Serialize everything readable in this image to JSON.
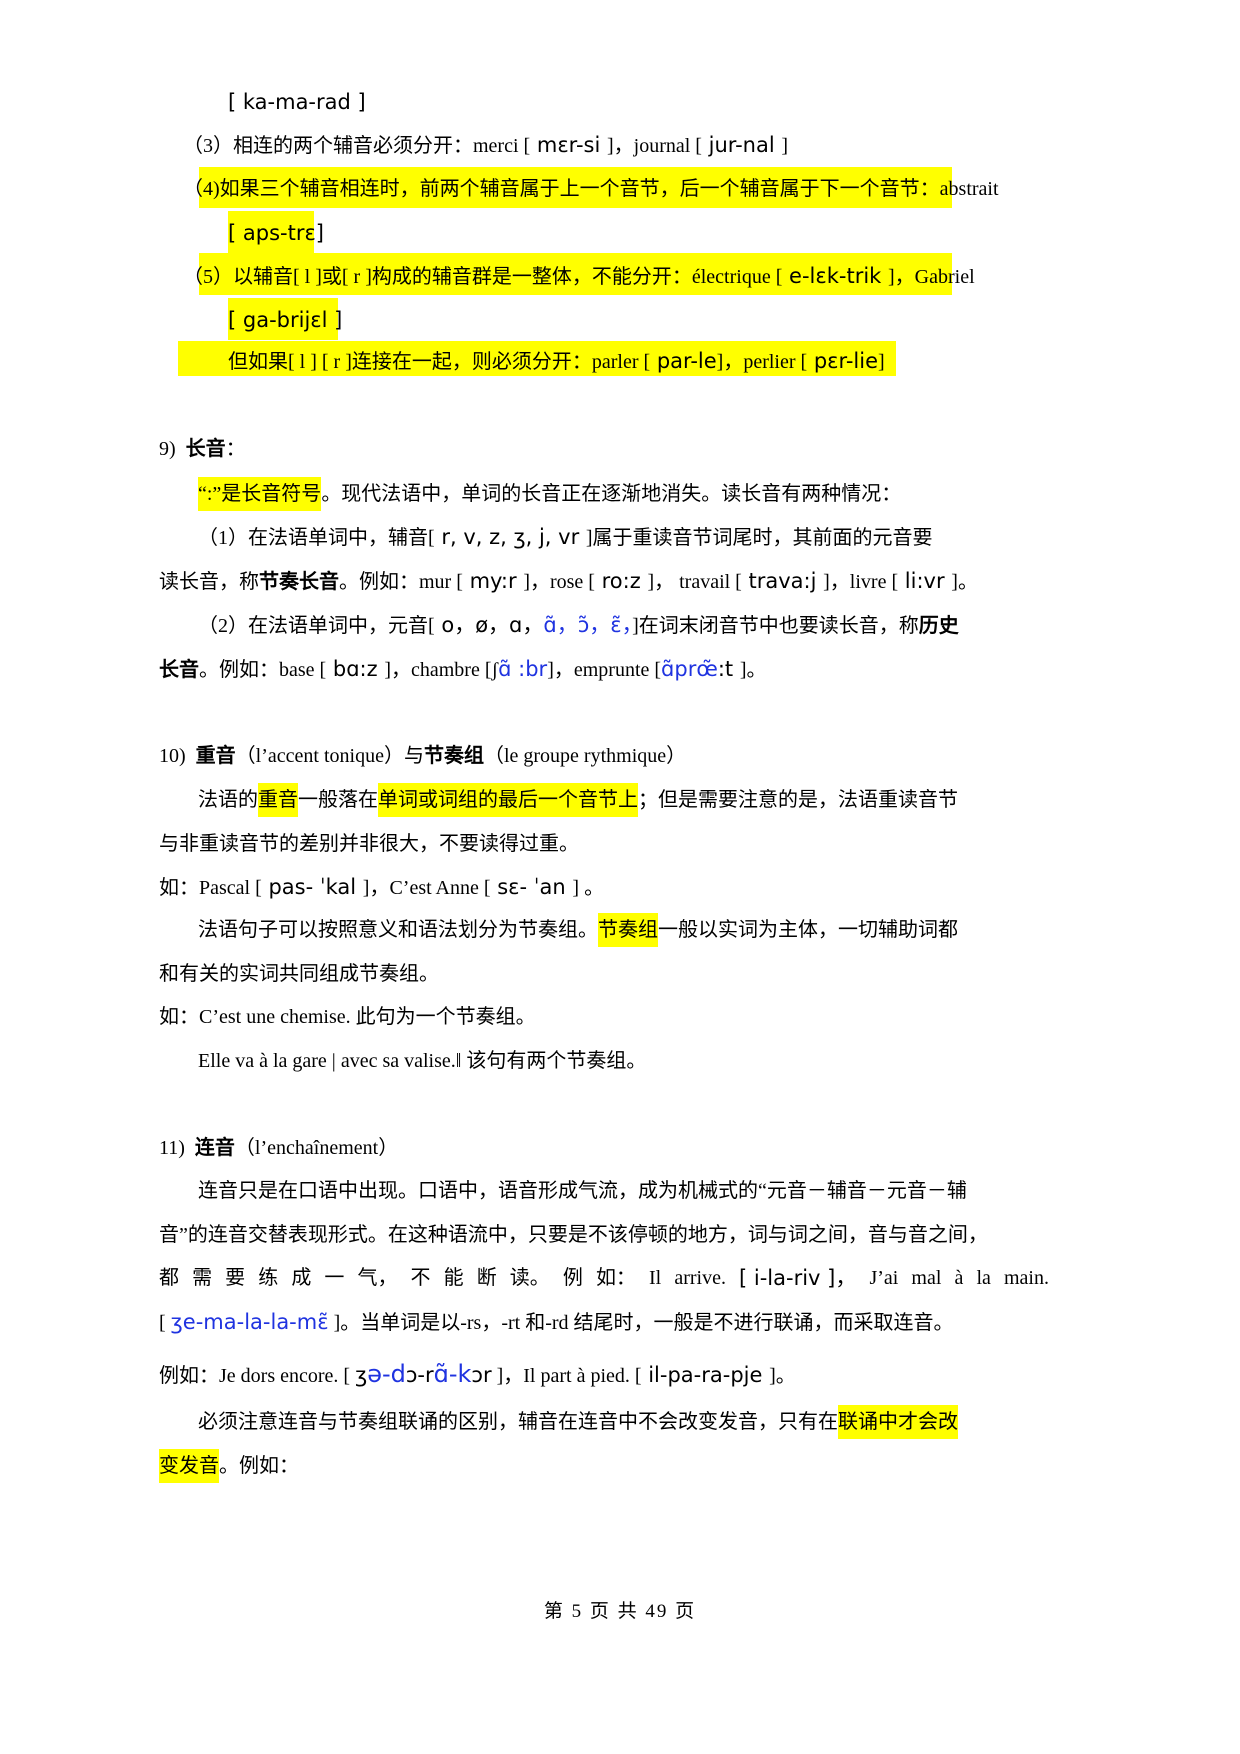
{
  "document": {
    "section8_tail": {
      "line_kamarad": "[ ka-ma-rad ]",
      "rule3": {
        "prefix": "（3）相连的两个辅音必须分开：merci [",
        "ipa1": " mɛr-si ",
        "mid": "]，journal [",
        "ipa2": " jur-nal ",
        "suffix": "]"
      },
      "rule4": {
        "paren": "（",
        "text": "4)如果三个辅音相连时，前两个辅音属于上一个音节，后一个辅音属于下一个音节：abstrait",
        "ipa": "[ aps-trɛ]"
      },
      "rule5": {
        "paren": "（",
        "prefix": "5）以辅音[ l ]或[ r ]构成的辅音群是一整体，不能分开：électrique [",
        "ipa1": " e-lɛk-trik ",
        "suffix": "]，Gabriel",
        "ipa2": "[ ga-brijɛl ]",
        "exception_prefix": "但如果[ l ] [ r ]连接在一起，则必须分开：parler [",
        "exception_ipa1": " par-le",
        "exception_mid": "]，perlier [",
        "exception_ipa2": " pɛr-lie",
        "exception_suffix": "]"
      }
    },
    "section9": {
      "number": "9)",
      "title": "长音",
      "colon": "：",
      "intro_highlight": "“:”是长音符号",
      "intro_rest": "。现代法语中，单词的长音正在逐渐地消失。读长音有两种情况：",
      "case1_line1_prefix": "（1）在法语单词中，辅音[",
      "case1_consonants": " r,  v,  z,  ʒ,  j,  vr ",
      "case1_line1_suffix": "]属于重读音节词尾时，其前面的元音要",
      "case1_line2_a": "读长音，称",
      "case1_term": "节奏长音",
      "case1_line2_b": "。例如：mur [",
      "ex_mur": " my:r ",
      "ex_rose_label": "]，rose [",
      "ex_rose": " ro:z ",
      "ex_travail_label": "]，  travail [",
      "ex_travail": " trava:j ",
      "ex_livre_label": "]，livre [",
      "ex_livre": " li:vr ",
      "ex_end": "]。",
      "case2_prefix": "（2）在法语单词中，元音[",
      "case2_vowels_black": " o，ø，ɑ，",
      "case2_vowels_blue": "ɑ̃，ɔ̃，ɛ̃，",
      "case2_suffix": "]在词末闭音节中也要读长音，称",
      "case2_term_part1": "历史",
      "case2_term_part2": "长音",
      "case2_line2": "。例如：base [",
      "ex_base": " bɑ:z ",
      "ex_chambre_label": "]，chambre [ʃ",
      "ex_chambre": "ɑ̃ :br",
      "ex_emprunte_label": "]，emprunte [",
      "ex_emprunte": "ɑ̃prœ̃",
      "ex_emprunte_tail": ":t "
    },
    "section10": {
      "number": "10)",
      "title_a": "重音",
      "title_a_fr": "（l’accent tonique）与",
      "title_b": "节奏组",
      "title_b_fr": "（le groupe rythmique）",
      "p1_a": "法语的",
      "p1_hl1": "重音",
      "p1_b": "一般落在",
      "p1_hl2": "单词或词组的最后一个音节上",
      "p1_c": "；但是需要注意的是，法语重读音节",
      "p1_line2": "与非重读音节的差别并非很大，不要读得过重。",
      "ex1_prefix": "如：Pascal [",
      "ex1_ipa": " pas- ˈkal ",
      "ex1_mid": "]，C’est Anne [",
      "ex1_ipa2": " sɛ- ˈan  ",
      "ex1_end": "] 。",
      "p2_a": "法语句子可以按照意义和语法划分为节奏组。",
      "p2_hl": "节奏组",
      "p2_b": "一般以实词为主体，一切辅助词都",
      "p2_line2": "和有关的实词共同组成节奏组。",
      "ex2": "如：C’est une chemise.  此句为一个节奏组。",
      "ex3": "Elle va à la gare | avec sa valise.‖  该句有两个节奏组。"
    },
    "section11": {
      "number": "11)",
      "title": "连音",
      "title_fr": "（l’enchaînement）",
      "p1_line1": "连音只是在口语中出现。口语中，语音形成气流，成为机械式的“元音－辅音－元音－辅",
      "p1_line2": "音”的连音交替表现形式。在这种语流中，只要是不该停顿的地方，词与词之间，音与音之间，",
      "p1_line3_words": [
        "都",
        "需",
        "要",
        "练",
        "成",
        "一",
        "气，",
        "不",
        "能",
        "断",
        "读。",
        "例",
        "如：",
        "Il",
        "arrive.",
        "[ i-la-riv ]，",
        "J’ai",
        "mal",
        "à",
        "la",
        "main."
      ],
      "p1_line4_prefix": "[ ",
      "p1_line4_ipa": "ʒe-ma-la-la-mɛ̃",
      "p1_line4_suffix": " ]。当单词是以-rs，-rt 和-rd 结尾时，一般是不进行联诵，而采取连音。",
      "ex_prefix": "例如：Je dors encore. [ ",
      "ex_ipa_a": "ʒ",
      "ex_ipa_b": "ə-d",
      "ex_ipa_c": "ɔ-r",
      "ex_ipa_d": "ɑ̃-k",
      "ex_ipa_e": "ɔr",
      "ex_mid": " ]，Il part à pied. [",
      "ex_ipa2": " il-pa-ra-pje ",
      "ex_end": "]。",
      "p2_a": "必须注意连音与节奏组联诵的区别，辅音在连音中不会改变发音，只有在",
      "p2_hl1": "联诵中才会改",
      "p2_hl2": "变发音",
      "p2_b": "。例如："
    },
    "footer": {
      "page_label": "第 5 页 共 49 页"
    },
    "colors": {
      "highlight": "#ffff00",
      "ipa_blue": "#1f33e0",
      "text": "#000000"
    }
  }
}
